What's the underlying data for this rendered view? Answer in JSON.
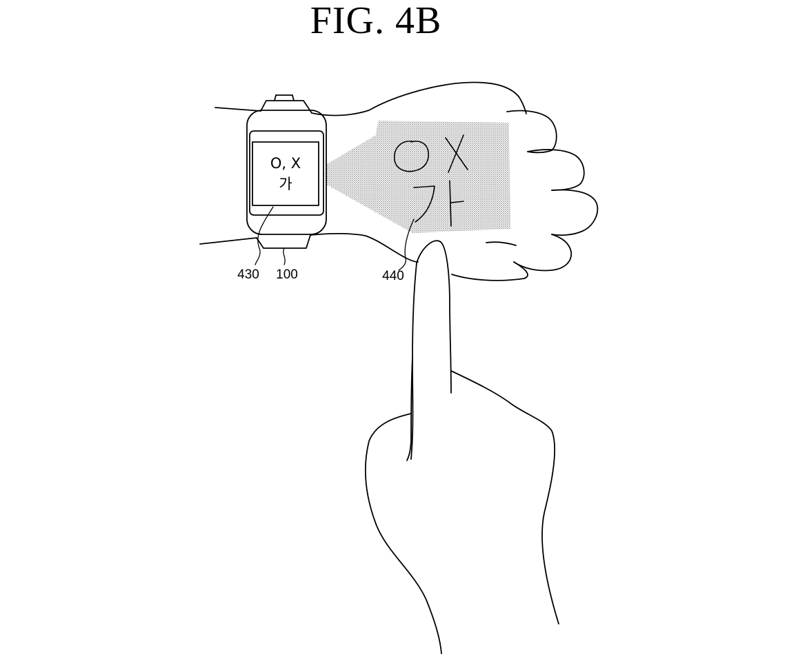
{
  "figure": {
    "title": "FIG.  4B"
  },
  "watch": {
    "screen_line1": "O, X",
    "screen_line2": "가"
  },
  "labels": {
    "screen_ref": "430",
    "device_ref": "100",
    "projection_ref": "440"
  },
  "projection": {
    "fill_color": "#cfcfcf"
  }
}
